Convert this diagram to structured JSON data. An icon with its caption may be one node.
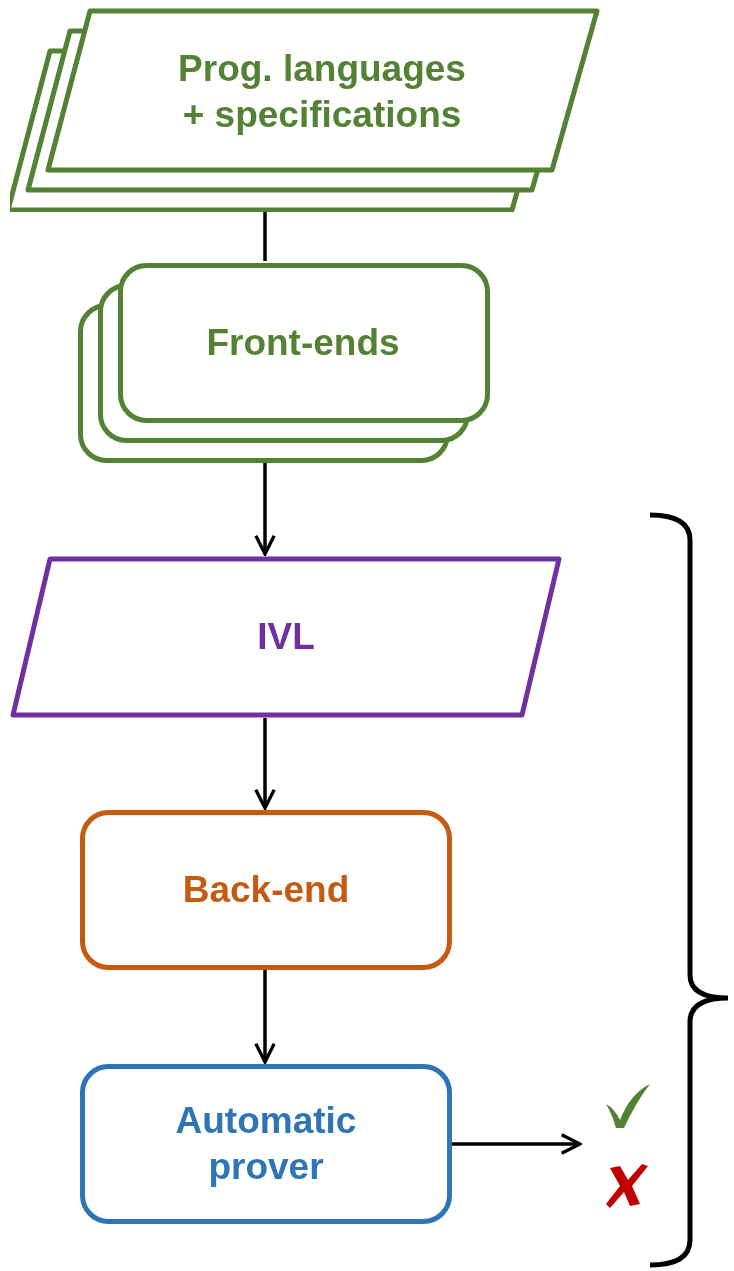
{
  "diagram": {
    "nodes": [
      {
        "text": [
          "Prog. languages + specifications"
        ]
      },
      {
        "text": [
          "Front-ends"
        ]
      },
      {
        "text": [
          "IVL"
        ]
      },
      {
        "text": [
          "Back-end"
        ]
      },
      {
        "text": [
          "Automatic prover"
        ]
      },
      {
        "text": [],
        "shape": "picture"
      }
    ],
    "edges": [
      {
        "from": 0,
        "to": 1,
        "arrow": "none"
      },
      {
        "from": 1,
        "to": 2,
        "arrow": "to"
      },
      {
        "from": 2,
        "to": 3,
        "arrow": "to"
      },
      {
        "from": 3,
        "to": 4,
        "arrow": "to"
      },
      {
        "from": 4,
        "to": 5,
        "arrow": "to"
      }
    ]
  }
}
